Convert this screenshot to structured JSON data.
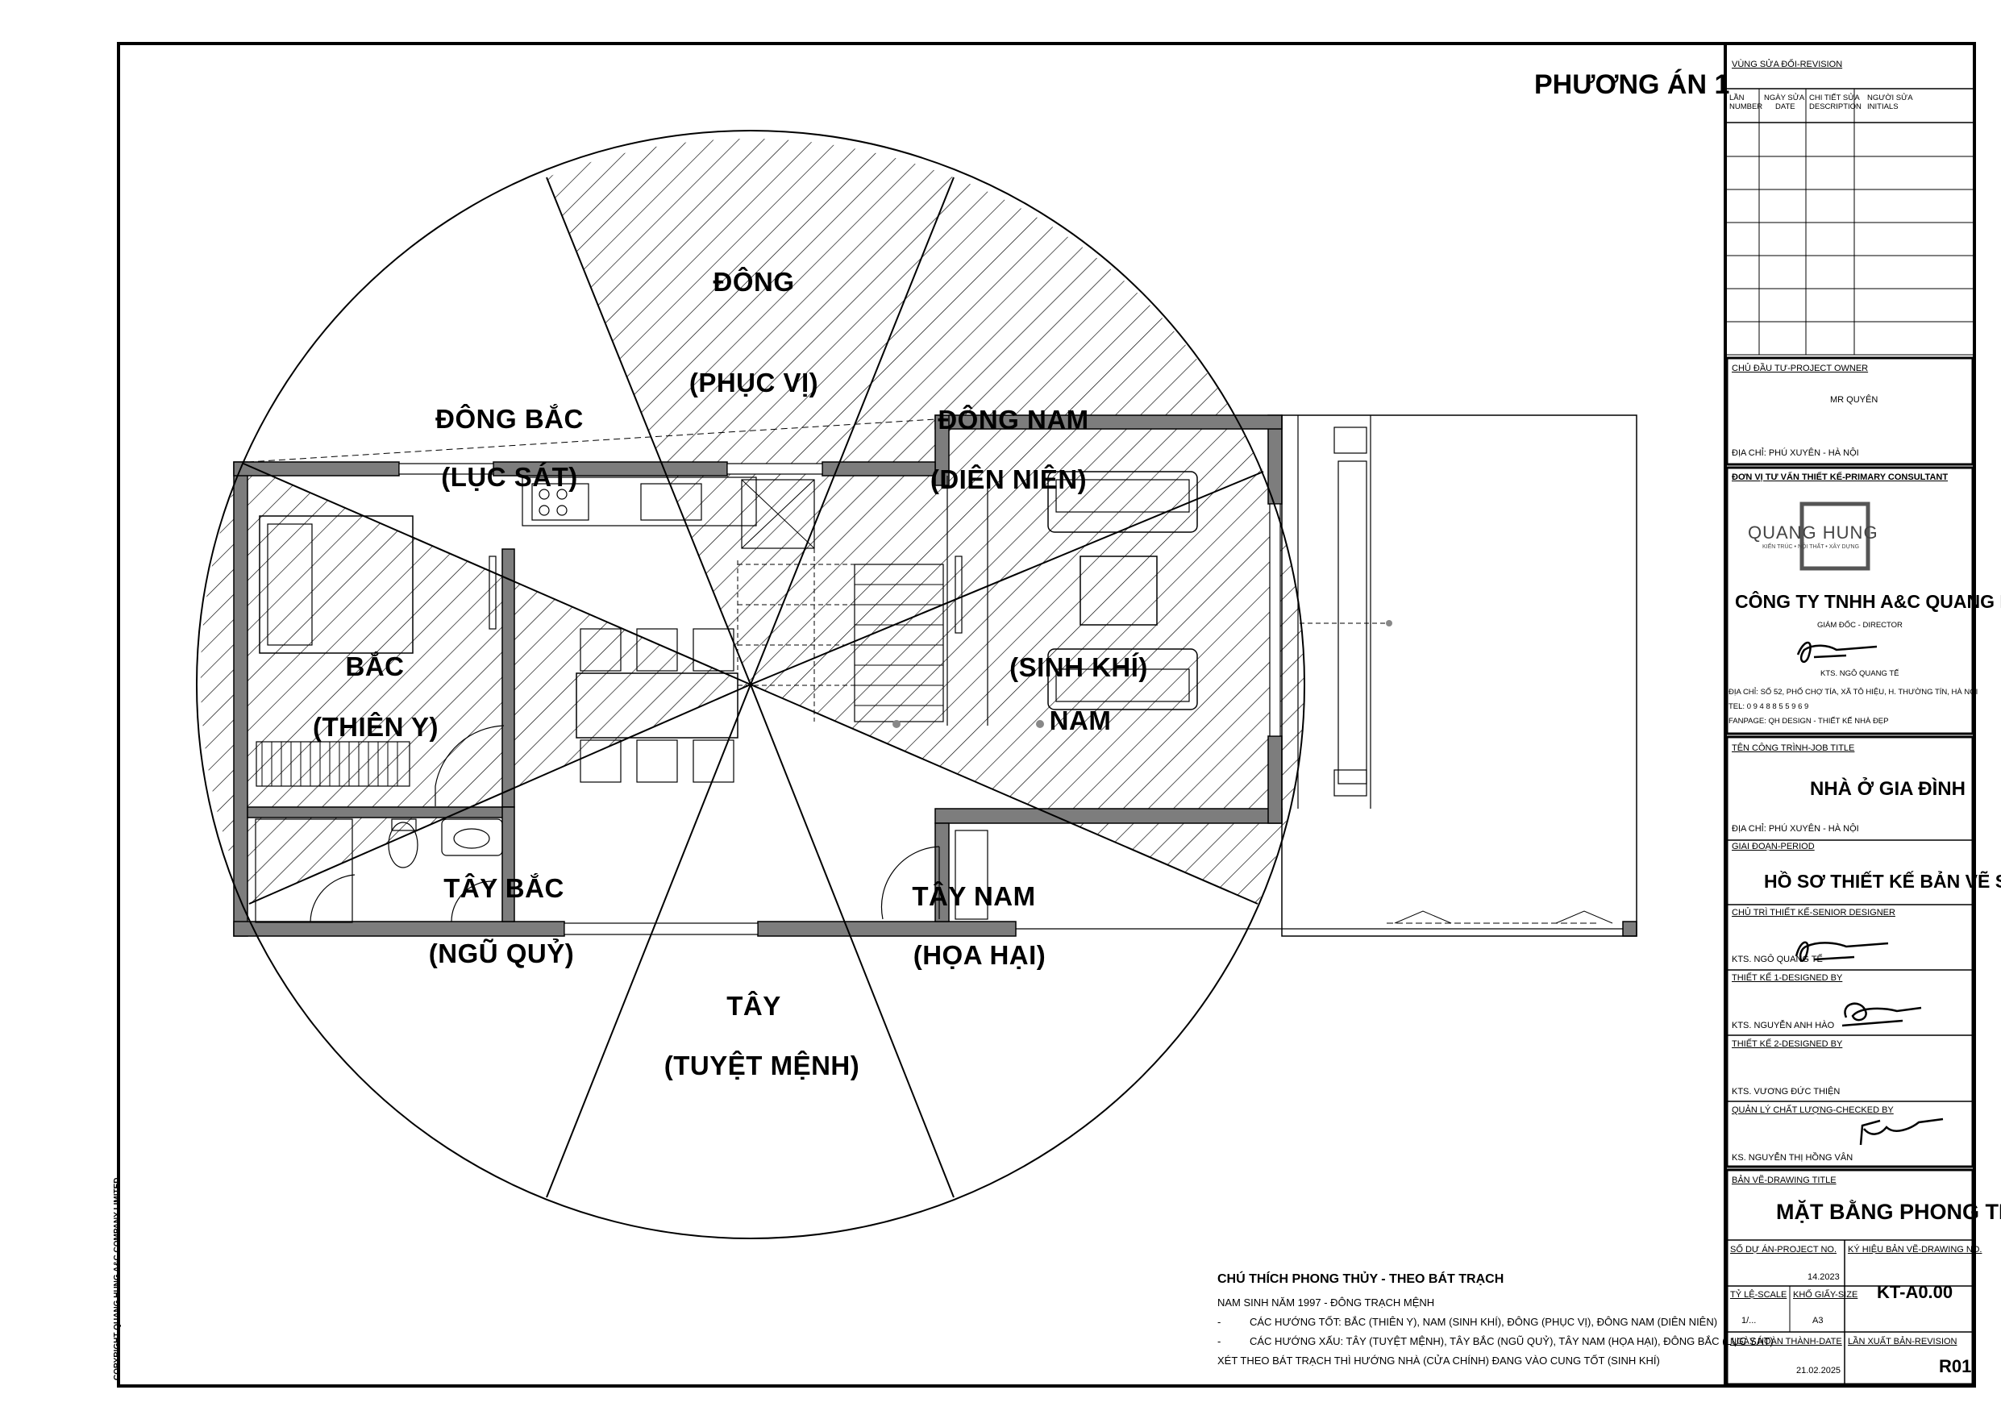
{
  "page_title": "PHƯƠNG ÁN 1",
  "copyright": "COPYRIGHT QUANG HUNG A&C COMPANY LIMITED",
  "directions": [
    {
      "id": "dong",
      "name": "ĐÔNG",
      "sub": "(PHỤC VỊ)",
      "hatched": true
    },
    {
      "id": "dong-nam",
      "name": "ĐÔNG NAM",
      "sub": "(DIÊN NIÊN)",
      "hatched": true
    },
    {
      "id": "nam",
      "name": "NAM",
      "sub": "(SINH KHÍ)",
      "hatched": true
    },
    {
      "id": "tay-nam",
      "name": "TÂY NAM",
      "sub": "(HỌA HẠI)",
      "hatched": false
    },
    {
      "id": "tay",
      "name": "TÂY",
      "sub": "(TUYỆT MỆNH)",
      "hatched": false
    },
    {
      "id": "tay-bac",
      "name": "TÂY BẮC",
      "sub": "(NGŨ QUỶ)",
      "hatched": false
    },
    {
      "id": "bac",
      "name": "BẮC",
      "sub": "(THIÊN Y)",
      "hatched": true
    },
    {
      "id": "dong-bac",
      "name": "ĐÔNG BẮC",
      "sub": "(LỤC SÁT)",
      "hatched": false
    }
  ],
  "legend": {
    "title": "CHÚ THÍCH PHONG THỦY - THEO BÁT TRẠCH",
    "line1": "NAM SINH NĂM 1997 - ĐÔNG TRẠCH MỆNH",
    "line2_dash": "-",
    "line2": "CÁC HƯỚNG TỐT: BẮC (THIÊN Y), NAM (SINH KHÍ), ĐÔNG (PHỤC VỊ), ĐÔNG NAM (DIÊN NIÊN)",
    "line3_dash": "-",
    "line3": "CÁC HƯỚNG XẤU: TÂY (TUYỆT MỆNH), TÂY BẮC (NGŨ QUỶ), TÂY NAM (HỌA HẠI), ĐÔNG BẮC (LỤC SÁT)",
    "line4": "XÉT THEO BÁT TRẠCH THÌ HƯỚNG NHÀ (CỬA CHÍNH) ĐANG VÀO CUNG TỐT (SINH KHÍ)"
  },
  "title_block": {
    "revision_header": "VÙNG SỬA ĐỔI-REVISION",
    "revision_columns": [
      {
        "vi": "LẦN",
        "en": "NUMBER"
      },
      {
        "vi": "NGÀY SỬA",
        "en": "DATE"
      },
      {
        "vi": "CHI TIẾT SỬA",
        "en": "DESCRIPTION"
      },
      {
        "vi": "NGƯỜI SỬA",
        "en": "INITIALS"
      }
    ],
    "owner_header": "CHỦ ĐẦU TƯ-PROJECT OWNER",
    "owner_name": "MR QUYÊN",
    "owner_address": "ĐỊA CHỈ: PHÚ XUYÊN - HÀ NỘI",
    "consultant_header": "ĐƠN VỊ TƯ VẤN THIẾT KẾ-PRIMARY CONSULTANT",
    "logo_name": "QUANG HUNG",
    "logo_tagline": "KIẾN TRÚC • NỘI THẤT • XÂY DỰNG",
    "company": "CÔNG TY TNHH A&C QUANG HƯNG",
    "director_title": "GIÁM ĐỐC - DIRECTOR",
    "director_name": "KTS. NGÔ QUANG TẾ",
    "company_address": "ĐỊA CHỈ: SỐ 52, PHỐ CHỢ TÍA, XÃ TÔ HIỆU, H. THƯỜNG TÍN, HÀ NỘI",
    "company_phone": "TEL: 0 9 4 8 8 5 5 9 6 9",
    "company_fanpage": "FANPAGE: QH DESIGN - THIẾT KẾ NHÀ ĐẸP",
    "job_header": "TÊN CÔNG TRÌNH-JOB TITLE",
    "job_title": "NHÀ Ở GIA ĐÌNH",
    "job_address": "ĐỊA CHỈ: PHÚ XUYÊN - HÀ NỘI",
    "period_header": "GIAI ĐOẠN-PERIOD",
    "period": "HỒ SƠ THIẾT KẾ BẢN VẼ SƠ BỘ",
    "senior_header": "CHỦ TRÌ THIẾT KẾ-SENIOR DESIGNER",
    "senior_name": "KTS. NGÔ QUANG TẾ",
    "designed1_header": "THIẾT KẾ 1-DESIGNED BY",
    "designed1_name": "KTS. NGUYỄN ANH HÀO",
    "designed2_header": "THIẾT KẾ 2-DESIGNED BY",
    "designed2_name": "KTS. VƯƠNG ĐỨC THIỆN",
    "checked_header": "QUẢN LÝ CHẤT LƯỢNG-CHECKED BY",
    "checked_name": "KS. NGUYỄN THỊ HỒNG VÂN",
    "drawing_header": "BẢN VẼ-DRAWING TITLE",
    "drawing_title": "MẶT BẰNG PHONG THỦY",
    "project_no_label": "SỐ DỰ ÁN-PROJECT NO.",
    "project_no": "14.2023",
    "drawing_no_label": "KÝ HIỆU BẢN VẼ-DRAWING NO.",
    "drawing_no": "KT-A0.00",
    "scale_label": "TỶ LỆ-SCALE",
    "scale": "1/...",
    "size_label": "KHỔ GIẤY-SIZE",
    "size": "A3",
    "date_label": "NGÀY HOÀN THÀNH-DATE",
    "date": "21.02.2025",
    "revision_label": "LẦN XUẤT BẢN-REVISION",
    "revision": "R01"
  }
}
